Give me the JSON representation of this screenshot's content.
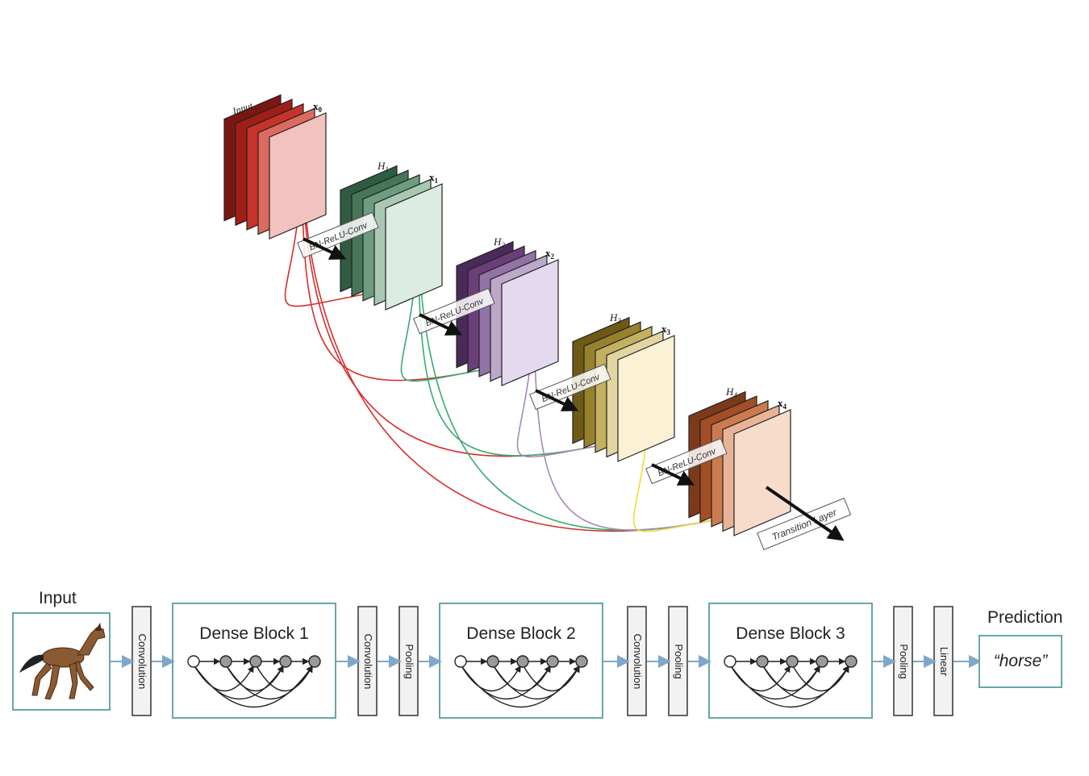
{
  "top": {
    "input_label": "Input",
    "stages": [
      {
        "feature": "x0",
        "h": "",
        "conv": "",
        "colors": [
          "#7b1712",
          "#a11d17",
          "#c5332a",
          "#dd6a60",
          "#f2c2be"
        ]
      },
      {
        "feature": "x1",
        "h": "H1",
        "conv": "BN-ReLU-Conv",
        "colors": [
          "#2f5b43",
          "#467657",
          "#6d9c80",
          "#a8c8b4",
          "#dcece2"
        ]
      },
      {
        "feature": "x2",
        "h": "H2",
        "conv": "BN-ReLU-Conv",
        "colors": [
          "#4a2a58",
          "#6a3f79",
          "#9373a6",
          "#bda8cc",
          "#e4d9ee"
        ]
      },
      {
        "feature": "x3",
        "h": "H3",
        "conv": "BN-ReLU-Conv",
        "colors": [
          "#6e5a16",
          "#97812d",
          "#c3b060",
          "#e2d5a0",
          "#fbf1d4"
        ]
      },
      {
        "feature": "x4",
        "h": "H4",
        "conv": "BN-ReLU-Conv",
        "colors": [
          "#7d3a1a",
          "#a44e26",
          "#cb7b4f",
          "#e8b396",
          "#f8dccb"
        ]
      }
    ],
    "transition_label": "Transition Layer",
    "arc_colors": [
      "#d62e2e",
      "#3aaa72",
      "#a58ab6",
      "#e8de3a"
    ]
  },
  "pipeline": {
    "input_label": "Input",
    "prediction_label": "Prediction",
    "prediction_value": "“horse”",
    "convolution_label": "Convolution",
    "pooling_label": "Pooling",
    "linear_label": "Linear",
    "dense_blocks": [
      "Dense Block 1",
      "Dense Block 2",
      "Dense Block 3"
    ],
    "accent": "#6aa6a6",
    "arrow_color": "#7fa7c9"
  }
}
